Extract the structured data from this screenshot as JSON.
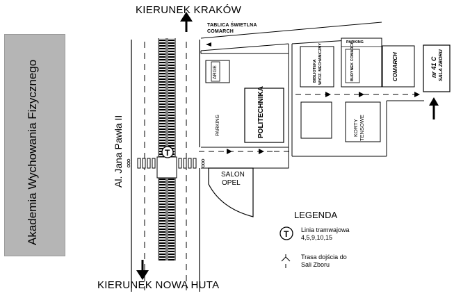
{
  "sidebar": {
    "text": "Akademia Wychowania Fizycznego"
  },
  "directions": {
    "north": "KIERUNEK KRAKÓW",
    "south": "KIERUNEK NOWA HUTA"
  },
  "street": {
    "name": "Al. Jana Pawła II"
  },
  "labels": {
    "traffic_light": "TABLICA ŚWIETLNA",
    "comarch_sign": "COMARCH",
    "parking_top": "PARKING",
    "biblioteka": "BIBLIOTEKA",
    "wydz_mech": "WYDZ. MECHANICZNY",
    "budynek": "BUDYNEK COMARCH",
    "comarch_building": "COMARCH",
    "sala_nr": "nr 41 C",
    "sala_name": "SALA ZBORU",
    "arge": "ARGE",
    "parking": "PARKING",
    "politechnika": "POLITECHNIKA",
    "korty": "KORTY",
    "tensowe": "TENSOWE",
    "salon": "SALON",
    "opel": "OPEL",
    "tram": "T"
  },
  "legend": {
    "title": "LEGENDA",
    "tram_symbol": "T",
    "tram_line": "Linia tramwajowa",
    "tram_numbers": "4,5,9,10,15",
    "route_1": "Trasa dojścia do",
    "route_2": "Sali Zboru"
  }
}
